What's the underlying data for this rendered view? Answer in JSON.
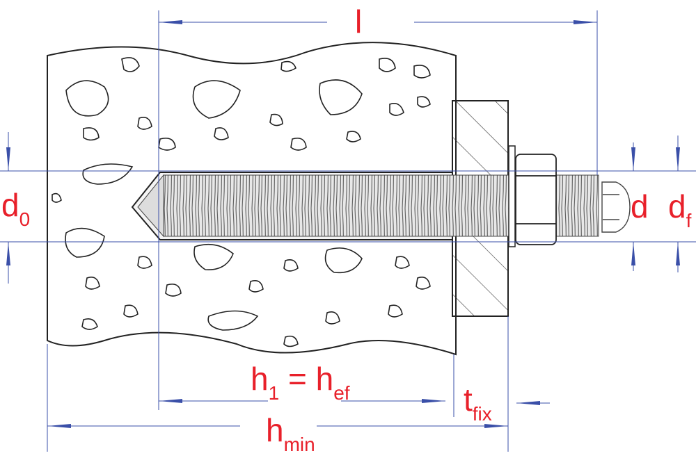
{
  "colors": {
    "dimension": "#3a4fa8",
    "label": "#e8202a",
    "outline": "#222222"
  },
  "labels": {
    "l": "l",
    "d0_main": "d",
    "d0_sub": "0",
    "d": "d",
    "df_main": "d",
    "df_sub": "f",
    "h1_main": "h",
    "h1_sub": "1",
    "equals": "=",
    "hef_main": "h",
    "hef_sub": "ef",
    "tfix_main": "t",
    "tfix_sub": "fix",
    "hmin_main": "h",
    "hmin_sub": "min"
  }
}
